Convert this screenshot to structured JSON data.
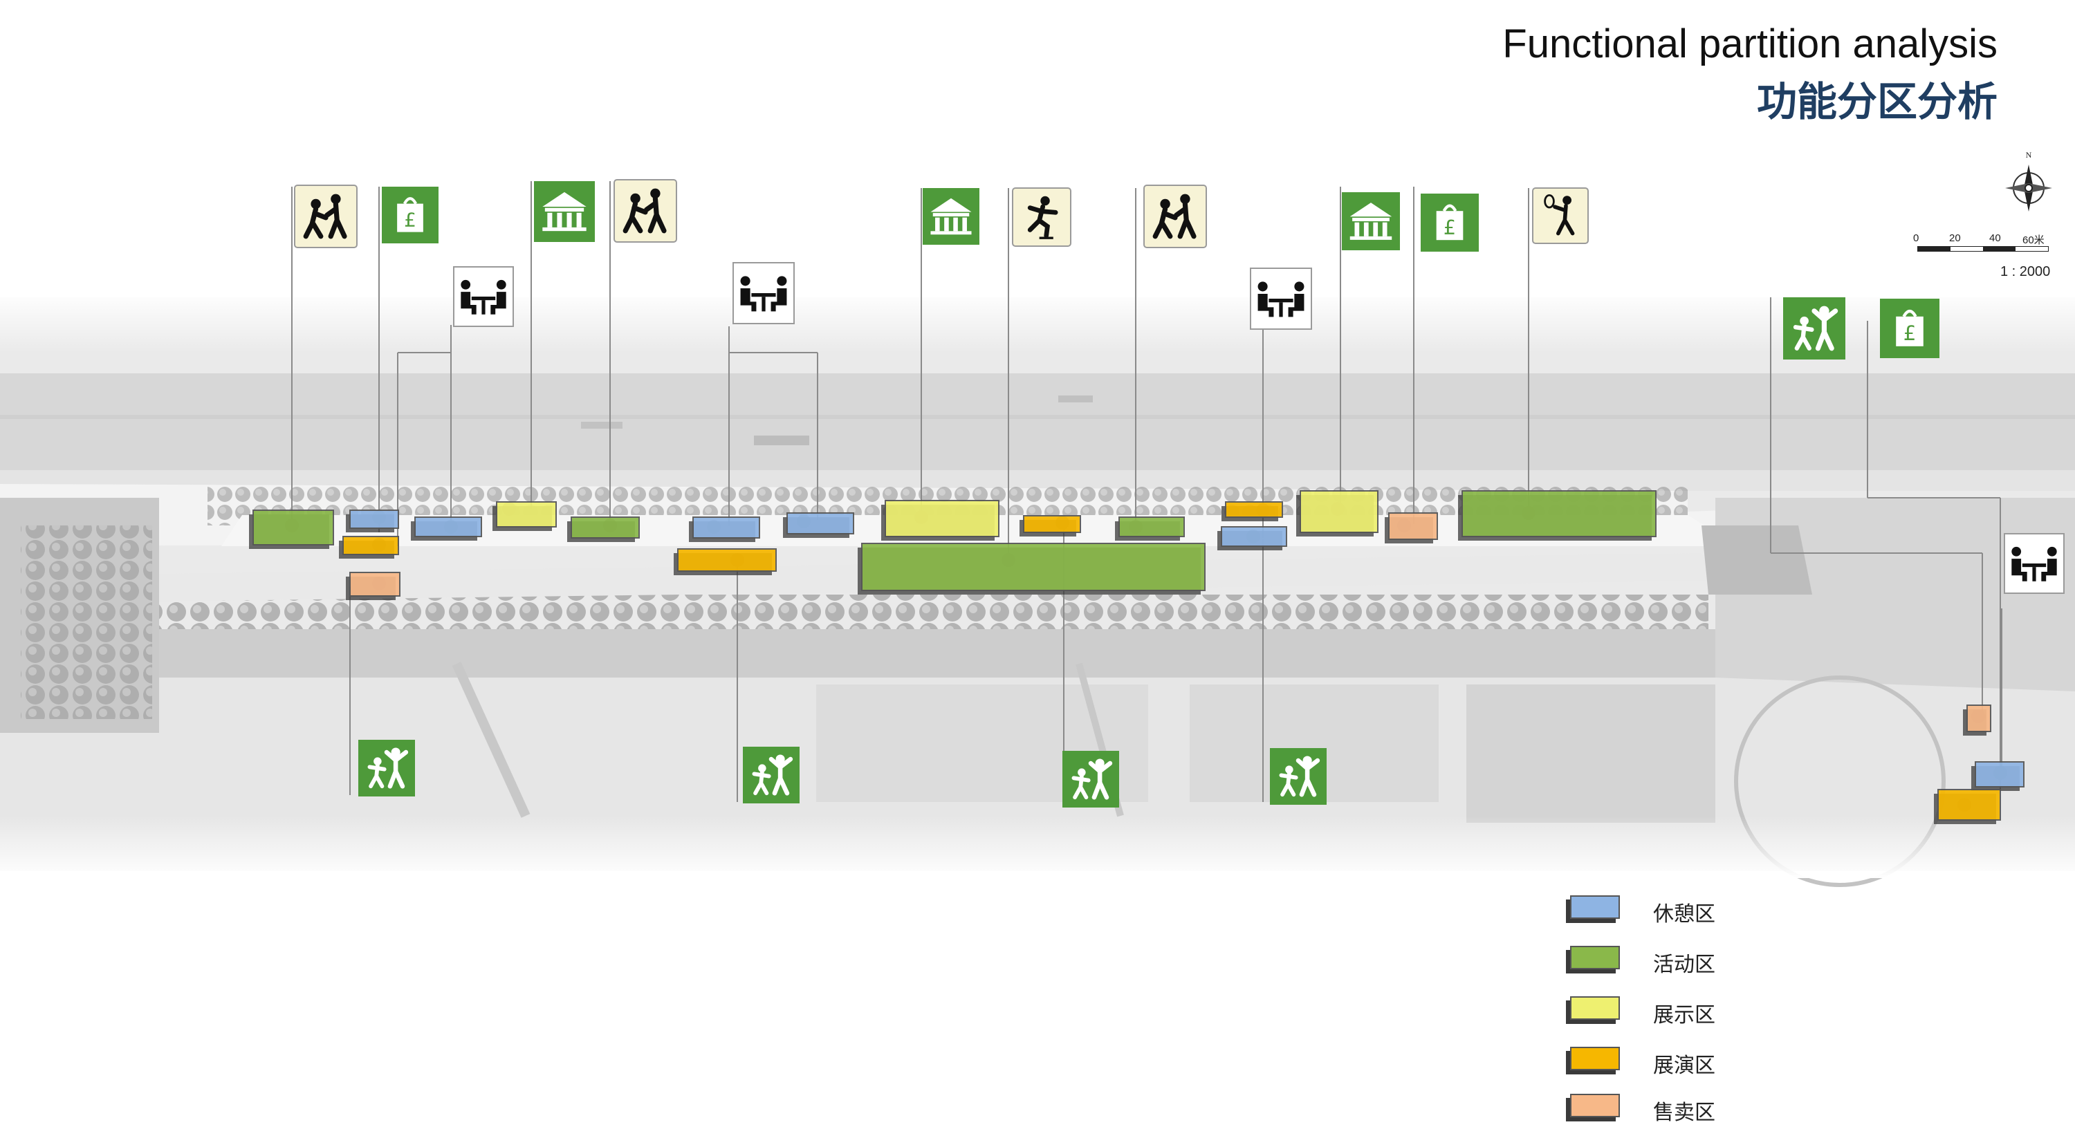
{
  "title": {
    "en": "Functional partition analysis",
    "cn": "功能分区分析"
  },
  "compass": {
    "north_label": "N"
  },
  "scale": {
    "ticks": [
      "0",
      "20",
      "40",
      "60米"
    ],
    "ratio": "1 : 2000"
  },
  "colors": {
    "rest": "#8eb4e3",
    "activity": "#8ab84a",
    "display": "#eef070",
    "performance": "#f6b700",
    "sales": "#f7b888",
    "icon_green": "#4e9a3a",
    "icon_cream": "#f7f3d6",
    "leader": "#8a8a8a",
    "dot": "#9a9a9a"
  },
  "legend": [
    {
      "label": "休憩区",
      "color": "#8eb4e3"
    },
    {
      "label": "活动区",
      "color": "#8ab84a"
    },
    {
      "label": "展示区",
      "color": "#eef070"
    },
    {
      "label": "展演区",
      "color": "#f6b700"
    },
    {
      "label": "售卖区",
      "color": "#f7b888"
    }
  ],
  "icons": [
    {
      "name": "people-play-icon",
      "style": "cream"
    },
    {
      "name": "shopping-bag-icon",
      "style": "green"
    },
    {
      "name": "table-chat-icon",
      "style": "white"
    },
    {
      "name": "pavilion-icon",
      "style": "green"
    },
    {
      "name": "people-play-icon",
      "style": "cream"
    },
    {
      "name": "table-chat-icon",
      "style": "white"
    },
    {
      "name": "pavilion-icon",
      "style": "green"
    },
    {
      "name": "skater-icon",
      "style": "cream"
    },
    {
      "name": "people-play-icon",
      "style": "cream"
    },
    {
      "name": "table-chat-icon",
      "style": "white"
    },
    {
      "name": "pavilion-icon",
      "style": "green"
    },
    {
      "name": "shopping-bag-icon",
      "style": "green"
    },
    {
      "name": "tennis-icon",
      "style": "cream"
    },
    {
      "name": "children-play-icon",
      "style": "green"
    },
    {
      "name": "shopping-bag-icon",
      "style": "green"
    },
    {
      "name": "table-chat-icon",
      "style": "white"
    },
    {
      "name": "children-play-icon",
      "style": "green"
    },
    {
      "name": "children-play-icon",
      "style": "green"
    },
    {
      "name": "children-play-icon",
      "style": "green"
    },
    {
      "name": "children-play-icon",
      "style": "green"
    }
  ]
}
